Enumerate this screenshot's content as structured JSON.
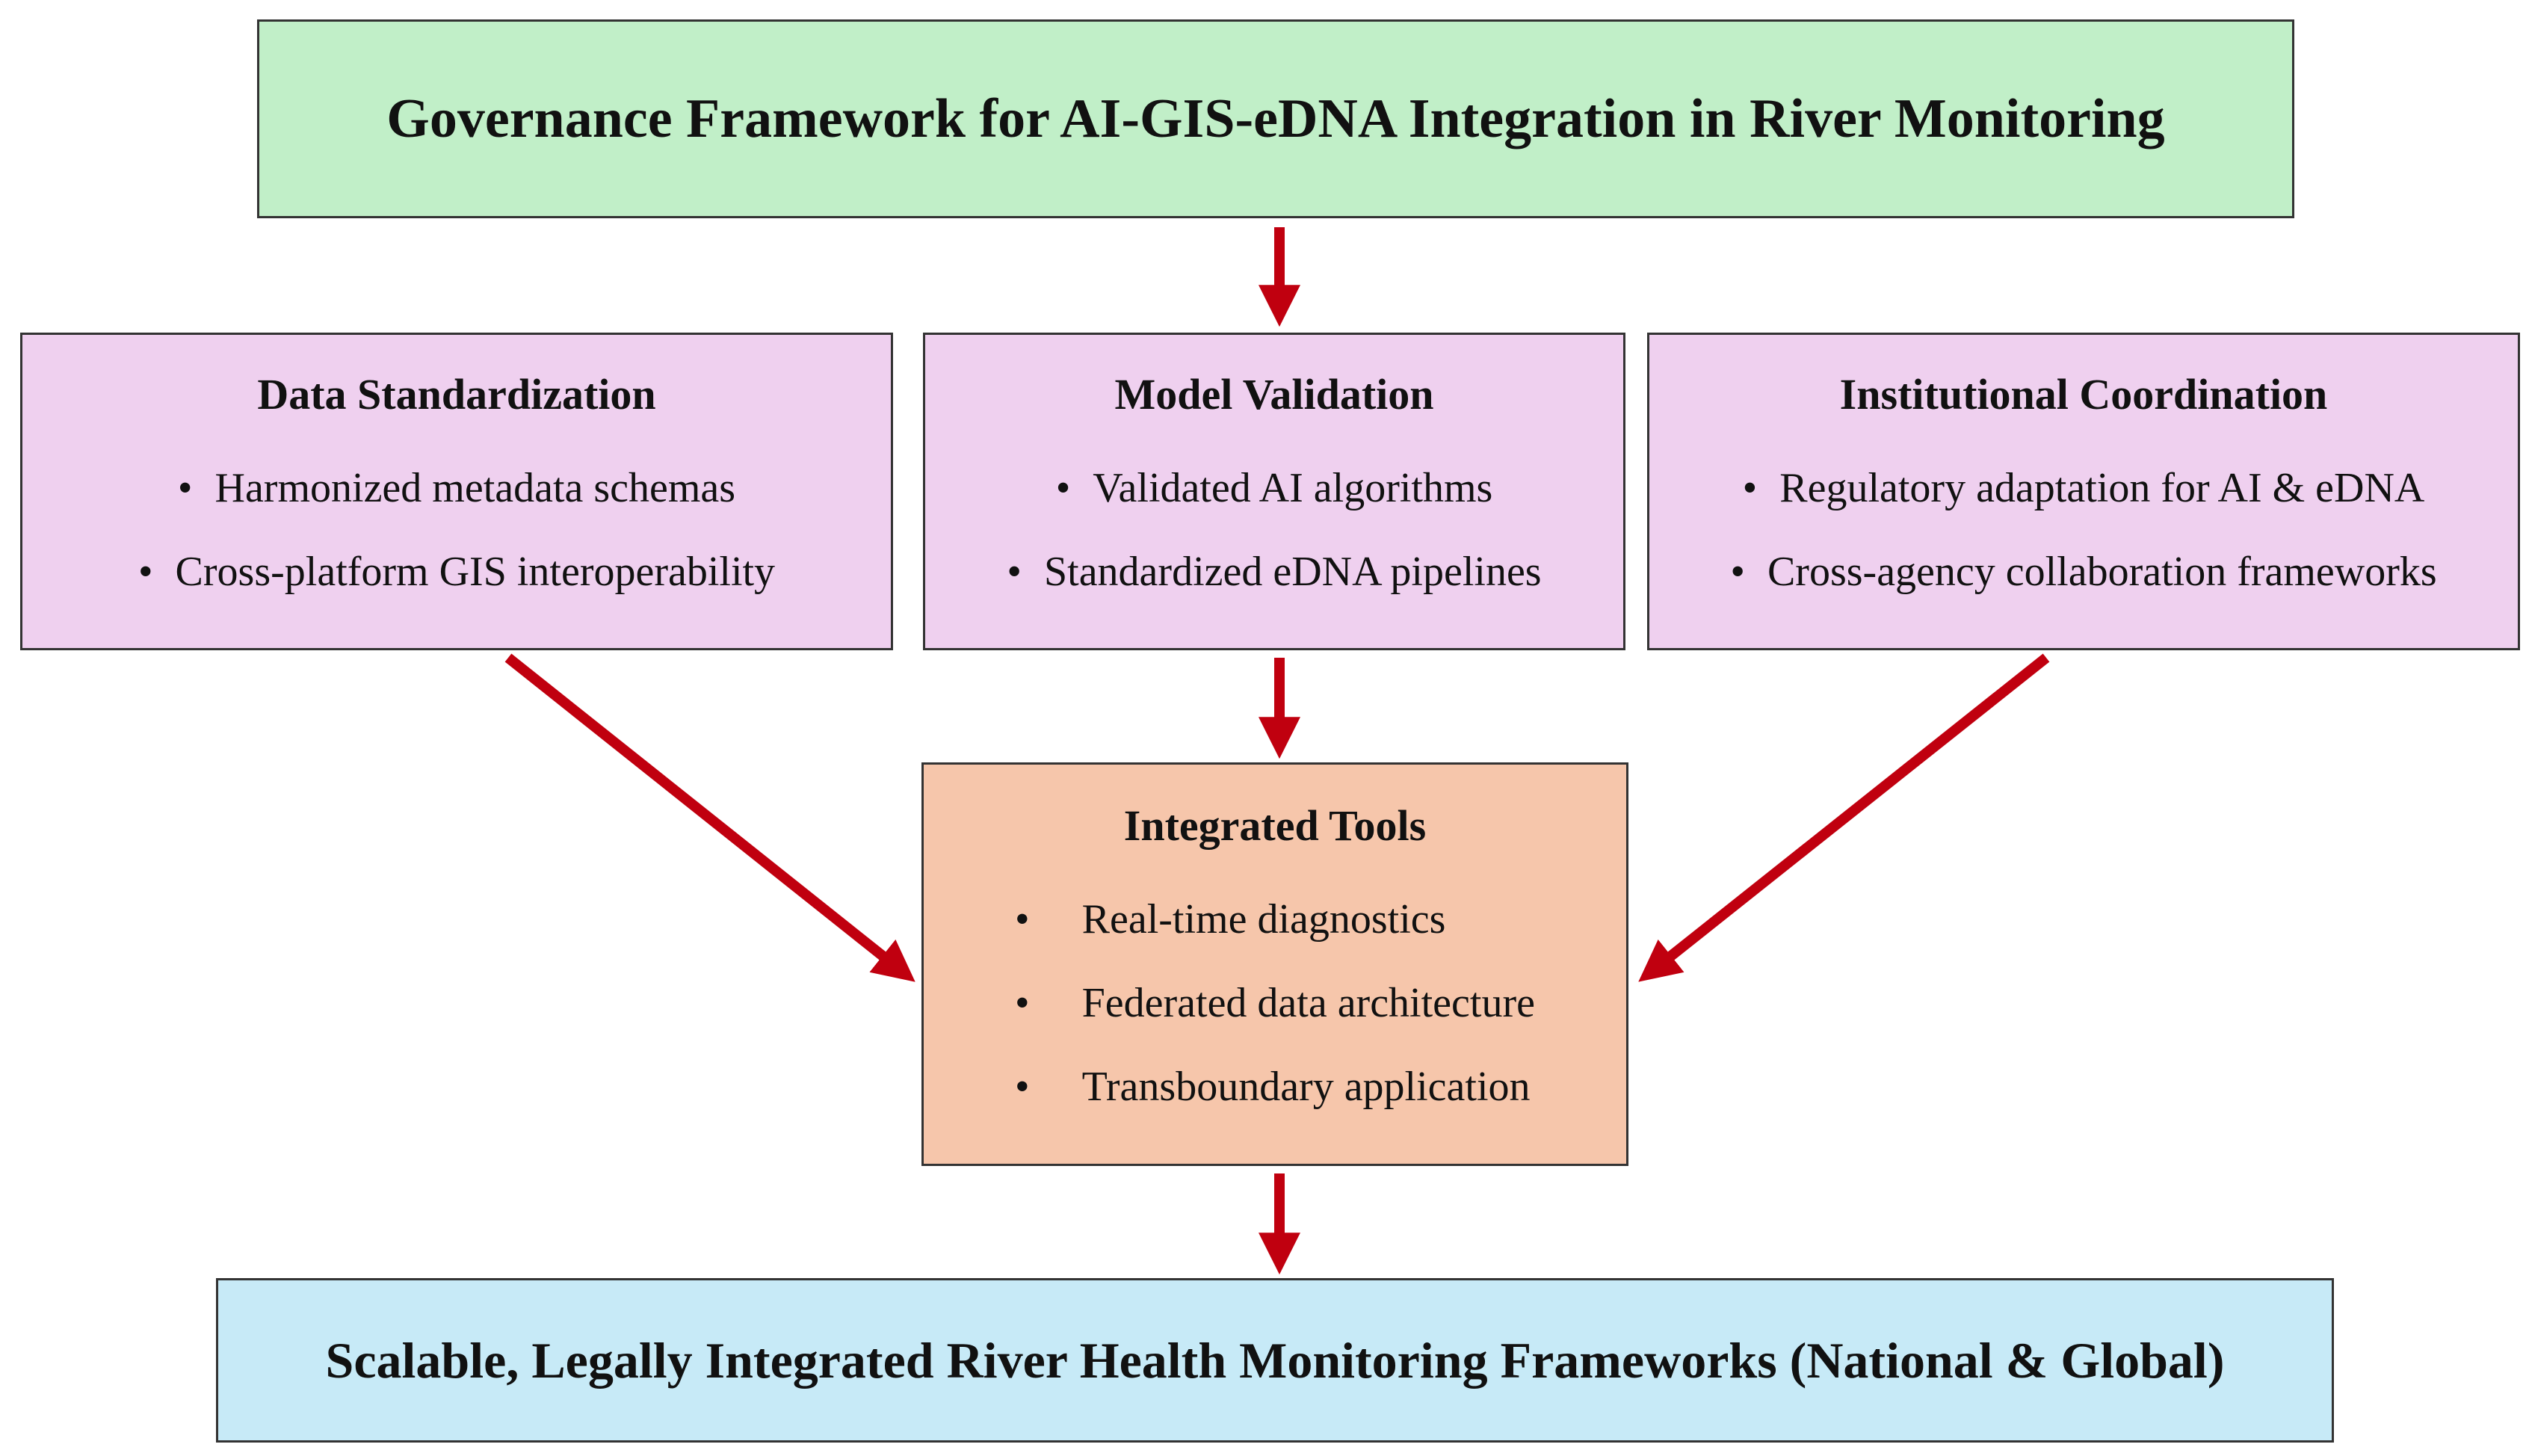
{
  "colors": {
    "top_box": "#c1efc8",
    "mid_boxes": "#efd0ef",
    "tools_box": "#f6c6ab",
    "bottom_box": "#c7eaf7",
    "arrows": "#c0000f"
  },
  "top": {
    "title": "Governance Framework for AI-GIS-eDNA Integration in River Monitoring"
  },
  "pillars": [
    {
      "title": "Data Standardization",
      "items": [
        "Harmonized metadata schemas",
        "Cross-platform GIS interoperability"
      ]
    },
    {
      "title": "Model Validation",
      "items": [
        "Validated AI algorithms",
        "Standardized eDNA pipelines"
      ]
    },
    {
      "title": "Institutional Coordination",
      "items": [
        "Regulatory adaptation for AI & eDNA",
        "Cross-agency collaboration frameworks"
      ]
    }
  ],
  "tools": {
    "title": "Integrated Tools",
    "items": [
      "Real-time diagnostics",
      "Federated data architecture",
      "Transboundary application"
    ]
  },
  "outcome": {
    "title": "Scalable, Legally Integrated River Health Monitoring Frameworks (National & Global)"
  },
  "bullet_char": "•"
}
